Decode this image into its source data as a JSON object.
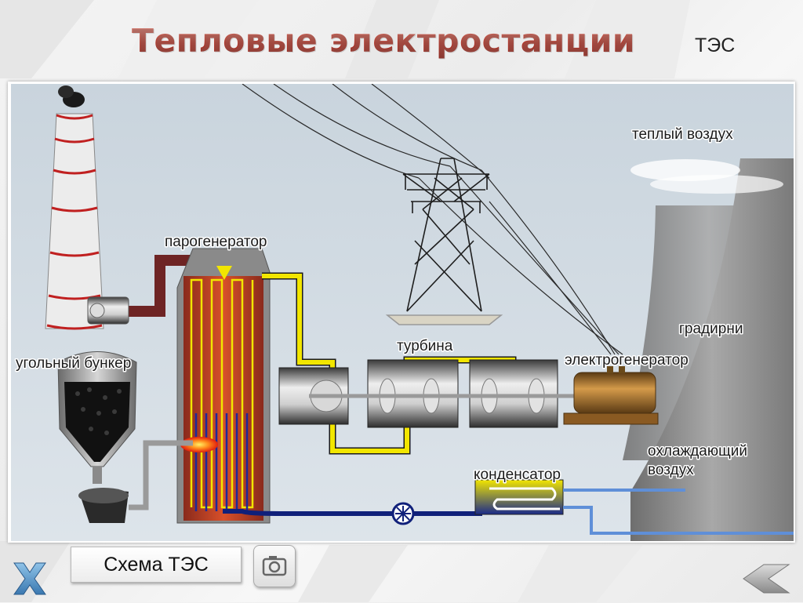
{
  "header": {
    "title": "Тепловые электростанции",
    "abbreviation": "ТЭС"
  },
  "diagram": {
    "labels": {
      "steam_generator": "парогенератор",
      "warm_air": "теплый воздух",
      "coal_bunker": "угольный бункер",
      "turbine": "турбина",
      "electric_generator": "электрогенератор",
      "cooling_towers": "градирни",
      "cooling_air_line1": "охлаждающий",
      "cooling_air_line2": "воздух",
      "condenser": "конденсатор"
    },
    "colors": {
      "steam_pipe": "#f2e600",
      "water_return_pipe": "#10207a",
      "flue_pipe": "#7a2a2a",
      "cooling_water_pipe": "#5f8fd8",
      "boiler": "#c94a2c",
      "chimney_rings": "#c02020"
    }
  },
  "footer": {
    "scheme_button_label": "Схема ТЭС",
    "icons": {
      "close": "close-x-icon",
      "camera": "camera-icon",
      "back": "back-arrow-icon"
    }
  }
}
